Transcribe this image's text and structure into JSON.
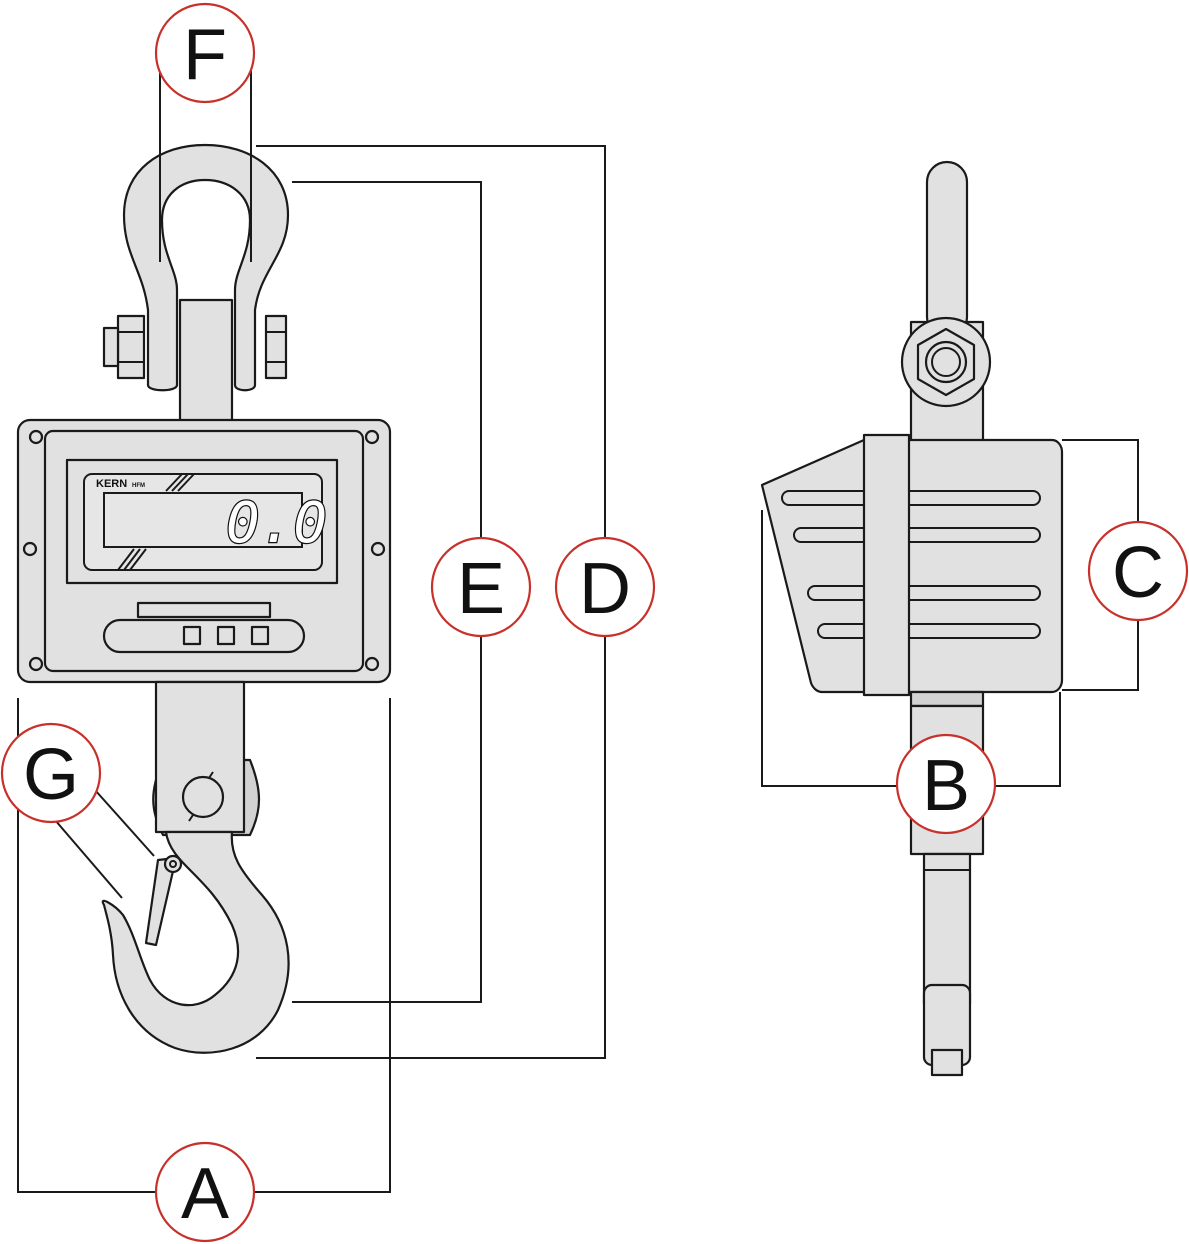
{
  "display": {
    "brand": "KERN",
    "model": "HFM",
    "readout": "0.0"
  },
  "callouts": {
    "A": "A",
    "B": "B",
    "C": "C",
    "D": "D",
    "E": "E",
    "F": "F",
    "G": "G"
  },
  "colors": {
    "callout_ring": "#c8312b",
    "body_fill": "#e1e1e1",
    "outline": "#1a1a1a"
  }
}
